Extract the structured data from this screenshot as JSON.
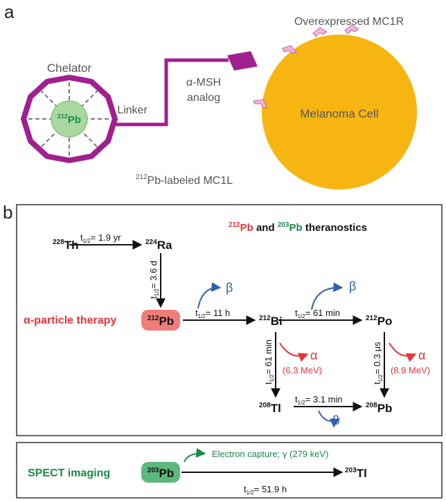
{
  "panel_a": {
    "label": "a",
    "chelator": "Chelator",
    "pb_mass": "212",
    "pb_symbol": "Pb",
    "linker": "Linker",
    "msh_line1": "α-MSH",
    "msh_line2": "analog",
    "receptor": "Overexpressed MC1R",
    "cell": "Melanoma Cell",
    "construct_mass": "212",
    "construct_text": "Pb-labeled MC1L",
    "colors": {
      "chelator": "#a0208f",
      "cell": "#f7b512",
      "pb_fill": "#a8d8a0",
      "receptor": "#f2b6dc"
    }
  },
  "panel_b": {
    "label": "b",
    "title_pb212_mass": "212",
    "title_pb212_sym": "Pb",
    "title_and": " and ",
    "title_pb203_mass": "203",
    "title_pb203_sym": "Pb",
    "title_rest": " theranostics",
    "th228": {
      "mass": "228",
      "sym": "Th"
    },
    "ra224": {
      "mass": "224",
      "sym": "Ra"
    },
    "pb212": {
      "mass": "212",
      "sym": "Pb"
    },
    "bi212": {
      "mass": "212",
      "sym": "Bi"
    },
    "po212": {
      "mass": "212",
      "sym": "Po"
    },
    "tl208": {
      "mass": "208",
      "sym": "Tl"
    },
    "pb208": {
      "mass": "208",
      "sym": "Pb"
    },
    "th_ra": "= 1.9 yr",
    "ra_pb": "= 3.6 d",
    "pb_bi": "= 11 h",
    "bi_po": "= 61 min",
    "bi_tl": "= 61 min",
    "po_pb": "= 0.3 μs",
    "tl_pb": "= 3.1 min",
    "t": "t",
    "half": "1/2",
    "beta": "β",
    "alpha": "α",
    "bi_alpha_energy": "(6.3 MeV)",
    "po_alpha_energy": "(8.9 MeV)",
    "therapy": "α-particle therapy",
    "colors": {
      "red": "#e8343a",
      "green": "#1a8a4a",
      "blue": "#2f5fb0",
      "pb_box": "#f07c78"
    }
  },
  "panel_c": {
    "imaging": "SPECT imaging",
    "pb203": {
      "mass": "203",
      "sym": "Pb"
    },
    "tl203": {
      "mass": "203",
      "sym": "Tl"
    },
    "capture": "Electron capture; γ (279 keV)",
    "halflife": "= 51.9 h",
    "colors": {
      "pb_box": "#5cb87c"
    }
  }
}
